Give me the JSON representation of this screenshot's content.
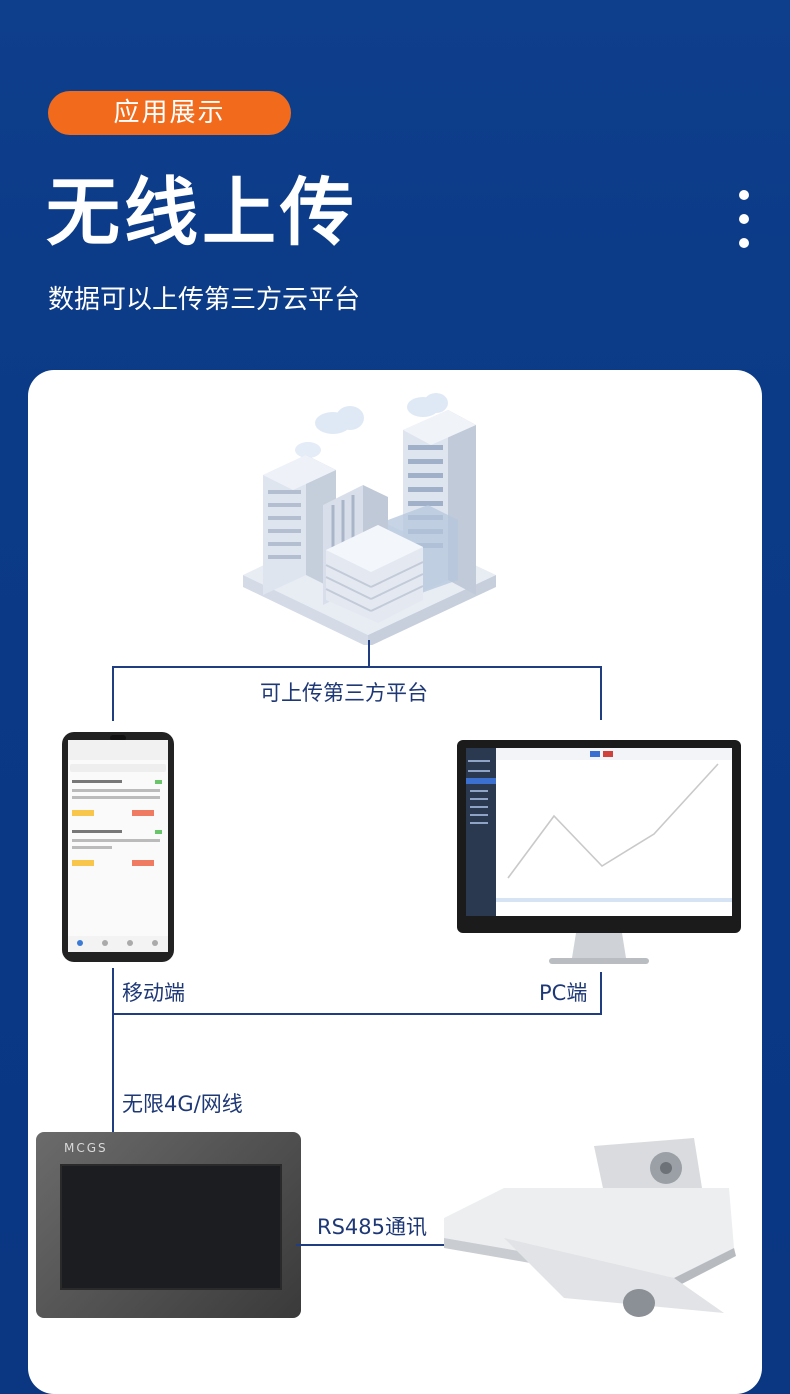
{
  "header": {
    "badge": "应用展示",
    "title": "无线上传",
    "subtitle": "数据可以上传第三方云平台"
  },
  "diagram": {
    "top_label": "可上传第三方平台",
    "mobile_label": "移动端",
    "pc_label": "PC端",
    "link_label": "无限4G/网线",
    "rs485_label": "RS485通讯",
    "hmi_brand": "MCGS"
  },
  "colors": {
    "background": "#0b3a86",
    "badge": "#f26b1d",
    "line": "#1f3d80",
    "label": "#1e3876"
  }
}
